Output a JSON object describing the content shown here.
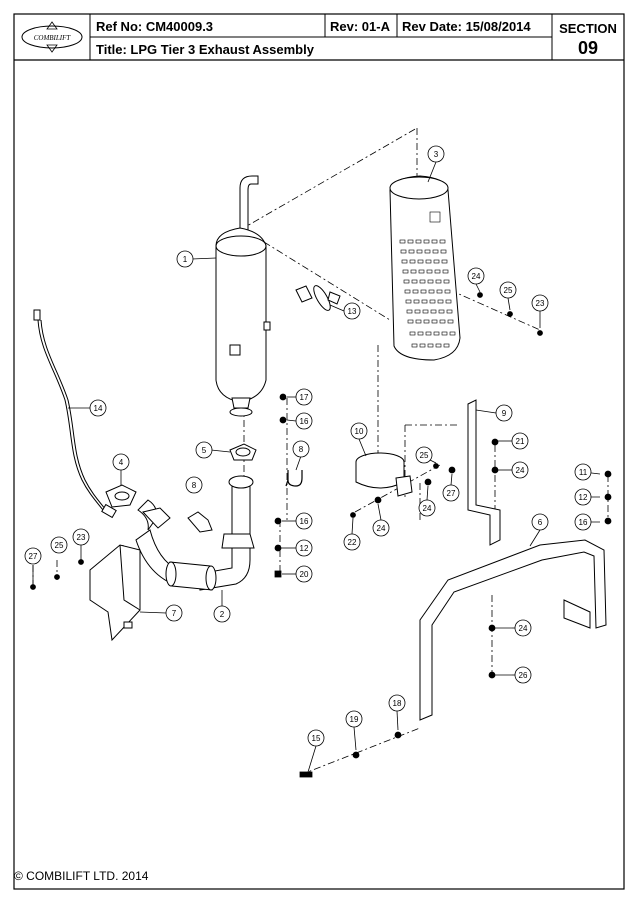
{
  "header": {
    "ref": "Ref No: CM40009.3",
    "rev": "Rev: 01-A",
    "rev_date": "Rev Date: 15/08/2014",
    "title": "Title: LPG Tier 3 Exhaust Assembly",
    "section_label": "SECTION",
    "section_number": "09",
    "logo_text": "COMBILIFT"
  },
  "footer": {
    "copyright": "© COMBILIFT LTD. 2014"
  },
  "callouts": [
    "1",
    "2",
    "3",
    "4",
    "5",
    "6",
    "7",
    "8",
    "9",
    "10",
    "11",
    "12",
    "13",
    "14",
    "15",
    "16",
    "17",
    "18",
    "19",
    "20",
    "21",
    "22",
    "23",
    "24",
    "25",
    "26",
    "27"
  ]
}
